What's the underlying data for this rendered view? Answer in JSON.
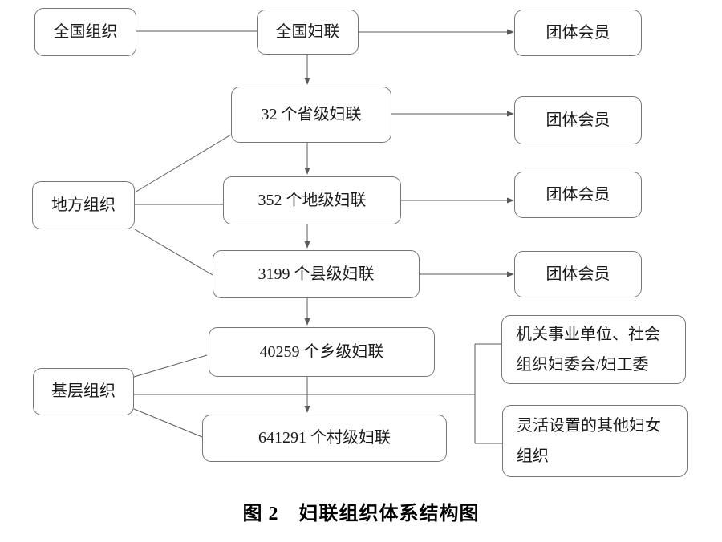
{
  "caption": "图 2　妇联组织体系结构图",
  "colors": {
    "line": "#595959",
    "border": "#767676",
    "text": "#1a1a1a",
    "bg": "#ffffff"
  },
  "nodes": {
    "national_label": "全国组织",
    "local_label": "地方组织",
    "grassroots_label": "基层组织",
    "national_federation": "全国妇联",
    "provincial_federation": "32 个省级妇联",
    "prefecture_federation": "352 个地级妇联",
    "county_federation": "3199 个县级妇联",
    "township_federation": "40259 个乡级妇联",
    "village_federation": "641291 个村级妇联",
    "group_member_1": "团体会员",
    "group_member_2": "团体会员",
    "group_member_3": "团体会员",
    "group_member_4": "团体会员",
    "org_committee": "机关事业单位、社会组织妇委会/妇工委",
    "flexible_org": "灵活设置的其他妇女组织"
  }
}
